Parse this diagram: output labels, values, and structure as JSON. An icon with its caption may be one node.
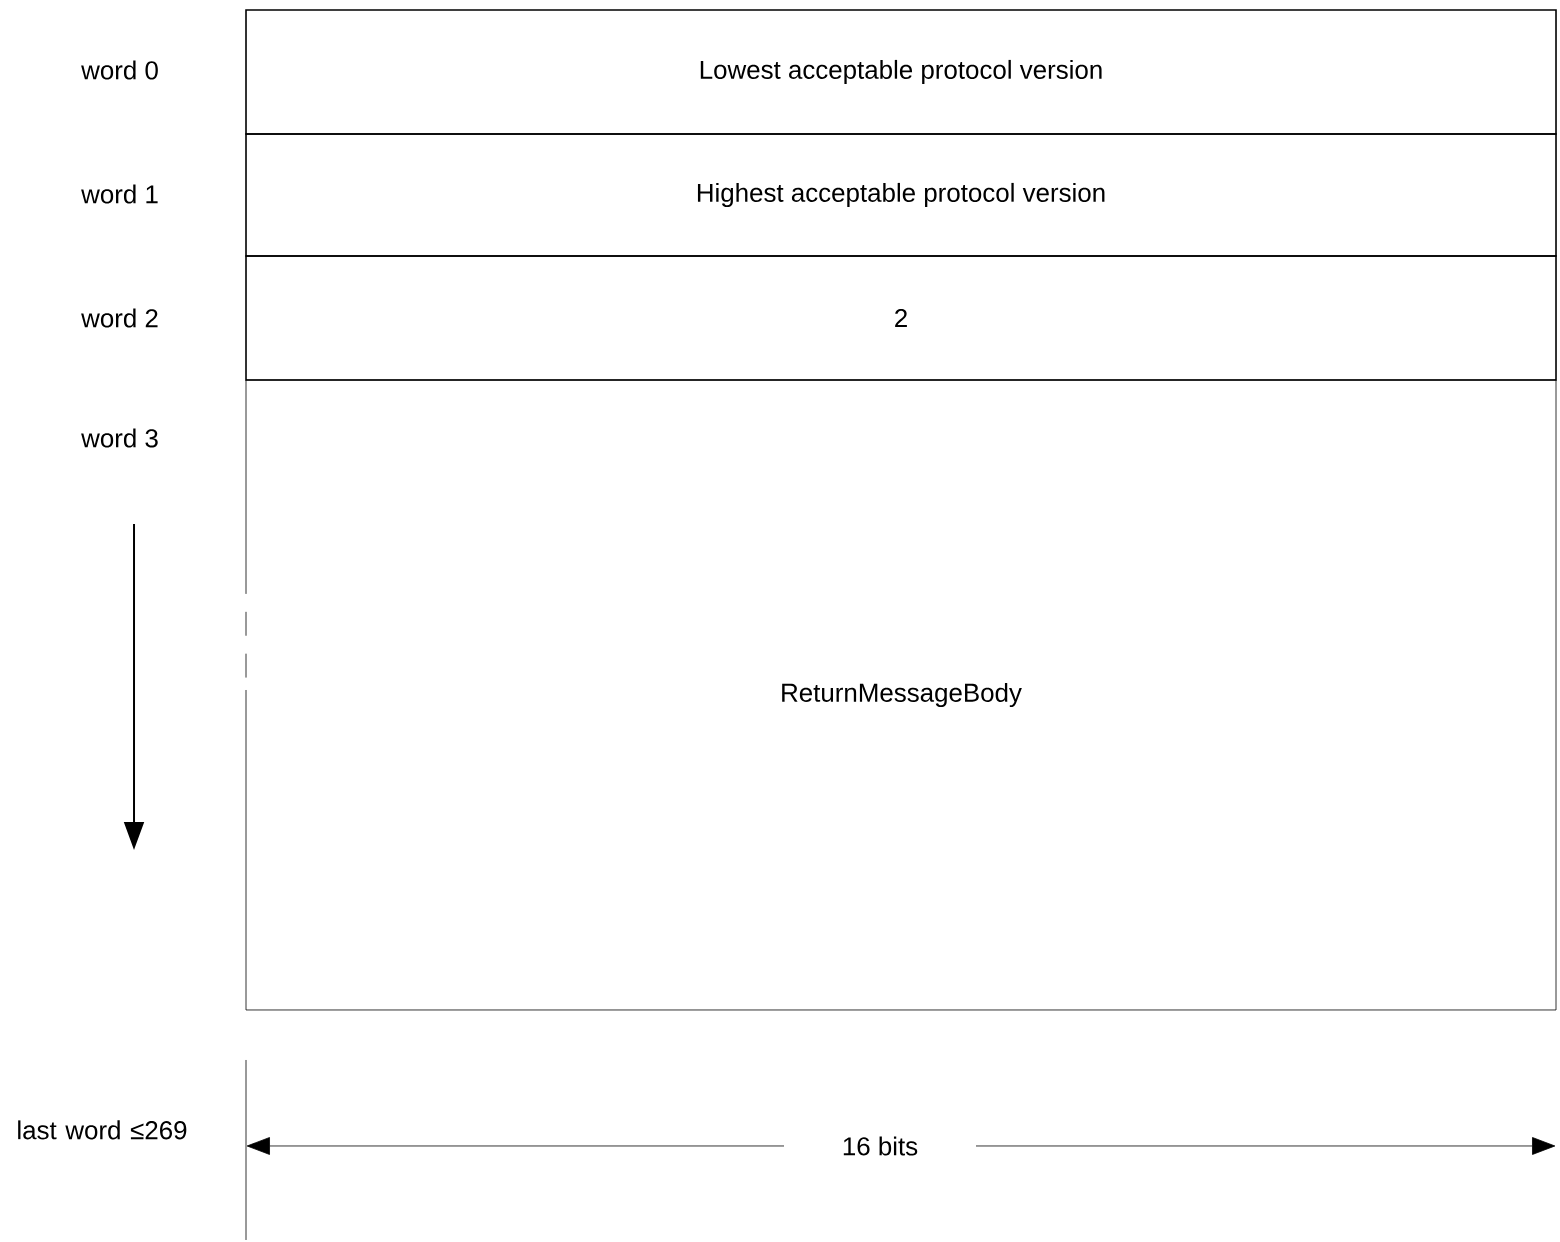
{
  "diagram": {
    "nodes": [
      {
        "text": [
          "Lowest acceptable protocol version"
        ]
      },
      {
        "text": [
          "Highest acceptable protocol version"
        ]
      },
      {
        "text": [
          "2"
        ]
      },
      {
        "text": [
          "ReturnMessageBody"
        ]
      }
    ],
    "labels": [
      "word 0",
      "word 1",
      "word 2",
      "word 3",
      "last word ≤269",
      "16 bits"
    ]
  }
}
